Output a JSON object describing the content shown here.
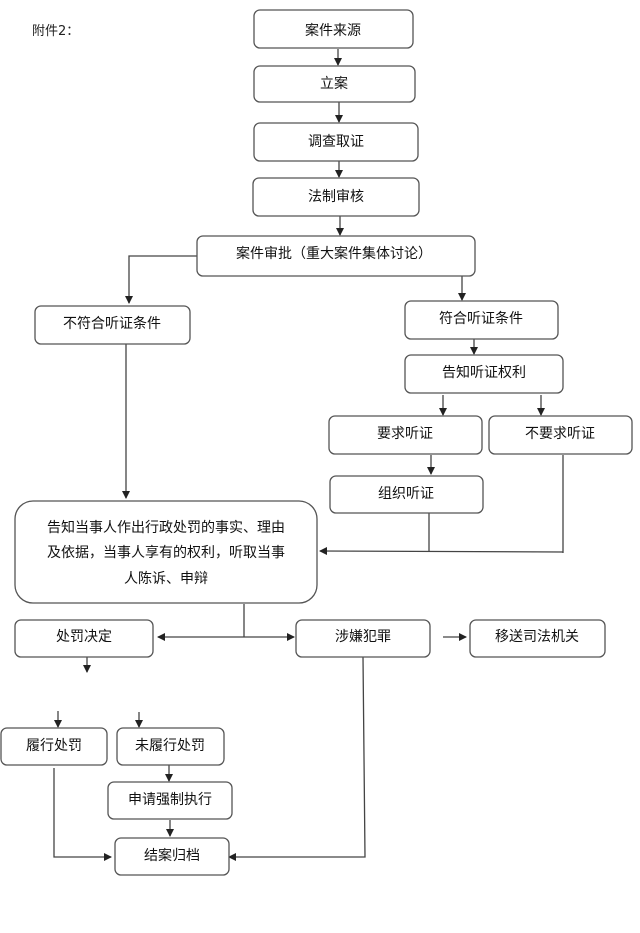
{
  "attachment_label": "附件2：",
  "nodes": {
    "source": "案件来源",
    "filing": "立案",
    "investigation": "调查取证",
    "legal_review": "法制审核",
    "approval": "案件审批（重大案件集体讨论）",
    "not_hearing": "不符合听证条件",
    "hearing_eligible": "符合听证条件",
    "notify_hearing_rights": "告知听证权利",
    "request_hearing": "要求听证",
    "no_request_hearing": "不要求听证",
    "organize_hearing": "组织听证",
    "notify_party_line1": "告知当事人作出行政处罚的事实、理由",
    "notify_party_line2": "及依据，当事人享有的权利，听取当事",
    "notify_party_line3": "人陈诉、申辩",
    "penalty_decision": "处罚决定",
    "suspected_crime": "涉嫌犯罪",
    "transfer_judicial": "移送司法机关",
    "fulfilled": "履行处罚",
    "not_fulfilled": "未履行处罚",
    "enforce": "申请强制执行",
    "close_archive": "结案归档"
  }
}
